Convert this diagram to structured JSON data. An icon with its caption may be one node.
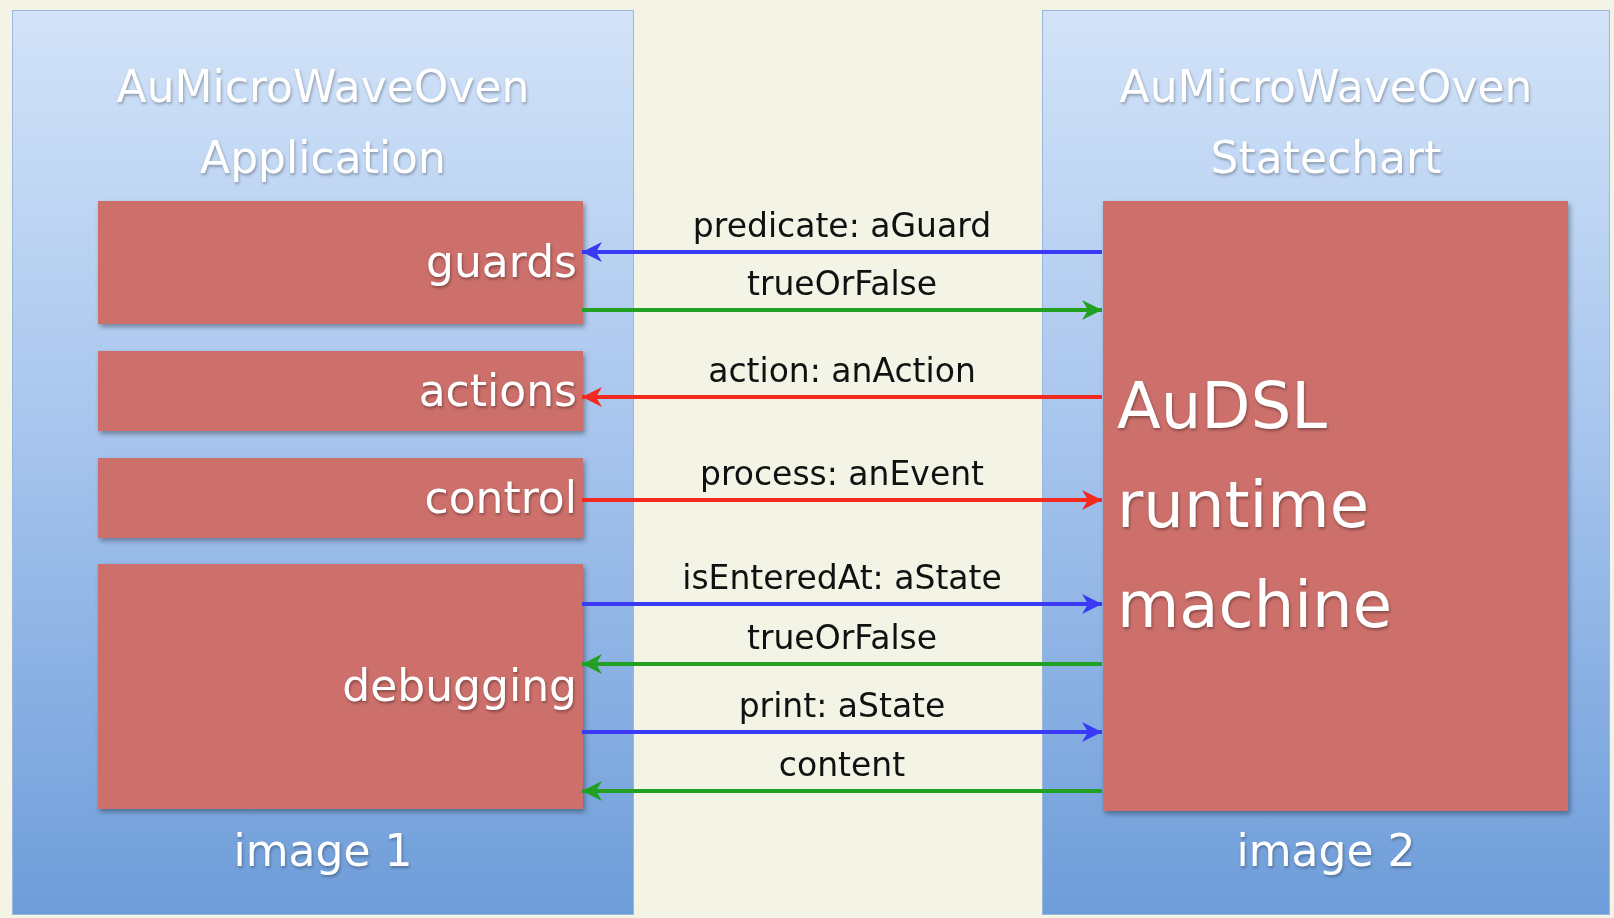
{
  "diagram": {
    "nodes": [
      {
        "text": [
          "AuMicroWaveOven Application",
          "image 1"
        ]
      },
      {
        "text": [
          "guards"
        ],
        "in": 0
      },
      {
        "text": [
          "actions"
        ],
        "in": 0
      },
      {
        "text": [
          "control"
        ],
        "in": 0
      },
      {
        "text": [
          "debugging"
        ],
        "in": 0
      },
      {
        "text": [
          "AuMicroWaveOven Statechart",
          "image 2"
        ]
      },
      {
        "text": [
          "AuDSL runtime machine"
        ],
        "in": 5
      }
    ],
    "edges": [
      {
        "from": 6,
        "to": 1,
        "arrow": "to",
        "label": "predicate: aGuard",
        "color": "#3a3af5"
      },
      {
        "from": 1,
        "to": 6,
        "arrow": "to",
        "label": "trueOrFalse",
        "color": "#22a022"
      },
      {
        "from": 6,
        "to": 2,
        "arrow": "to",
        "label": "action: anAction",
        "color": "#f52a1e"
      },
      {
        "from": 3,
        "to": 6,
        "arrow": "to",
        "label": "process: anEvent",
        "color": "#f52a1e"
      },
      {
        "from": 4,
        "to": 6,
        "arrow": "to",
        "label": "isEnteredAt: aState",
        "color": "#3a3af5"
      },
      {
        "from": 6,
        "to": 4,
        "arrow": "to",
        "label": "trueOrFalse",
        "color": "#22a022"
      },
      {
        "from": 4,
        "to": 6,
        "arrow": "to",
        "label": "print: aState",
        "color": "#3a3af5"
      },
      {
        "from": 6,
        "to": 4,
        "arrow": "to",
        "label": "content",
        "color": "#22a022"
      }
    ]
  }
}
